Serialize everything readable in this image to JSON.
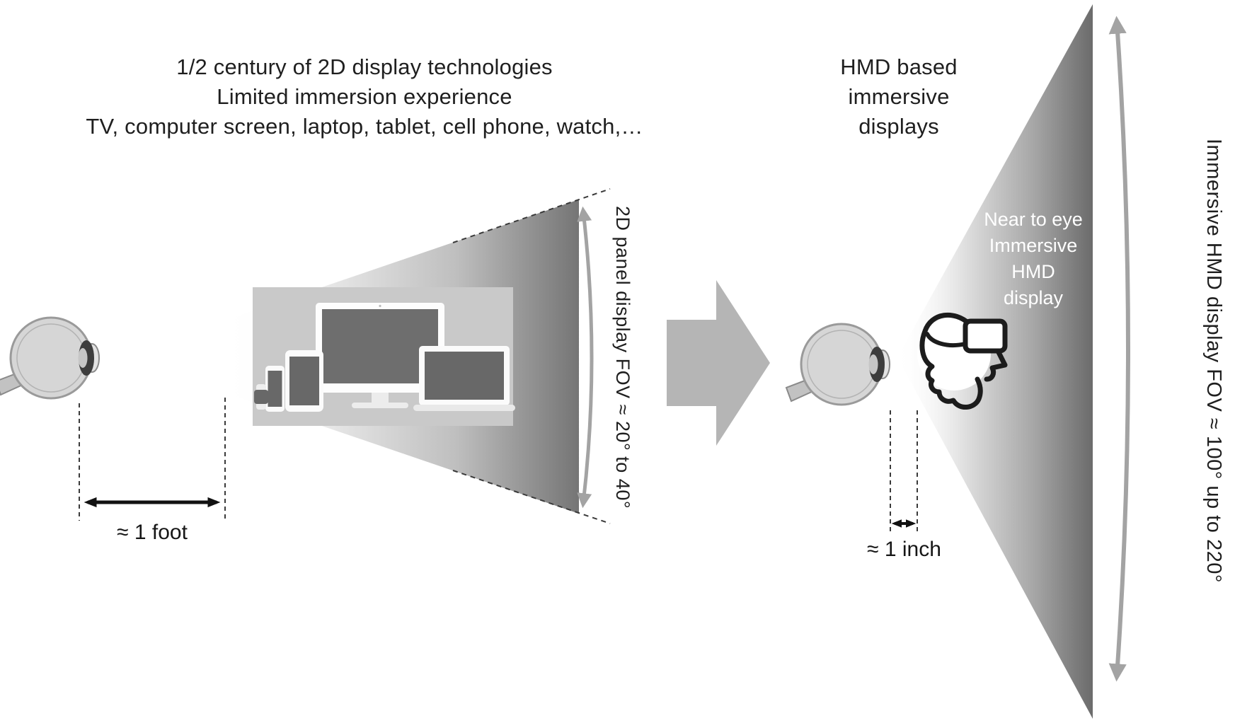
{
  "diagram": {
    "left": {
      "heading_lines": [
        "1/2 century of 2D display technologies",
        "Limited immersion experience",
        "TV, computer screen, laptop, tablet, cell phone, watch,…"
      ],
      "fov_label": "2D panel display FOV ≈ 20° to 40°",
      "distance_label": "≈ 1 foot"
    },
    "right": {
      "heading_lines": [
        "HMD based",
        "immersive",
        "displays"
      ],
      "cone_label_lines": [
        "Near to eye",
        "Immersive",
        "HMD",
        "display"
      ],
      "fov_label": "Immersive HMD display FOV ≈ 100° up to 220°",
      "distance_label": "≈ 1 inch"
    },
    "colors": {
      "heading_text": "#1f1f1f",
      "cone_text": "#ffffff",
      "cone_dark_left": "#757575",
      "cone_dark_right": "#6b6b6b",
      "fov_arc_arrow": "#a3a3a3",
      "transition_arrow": "#b5b5b5",
      "device_panel": "#c9c9c9",
      "device_screen": "#6e6e6e",
      "measurement_black": "#111111"
    }
  }
}
